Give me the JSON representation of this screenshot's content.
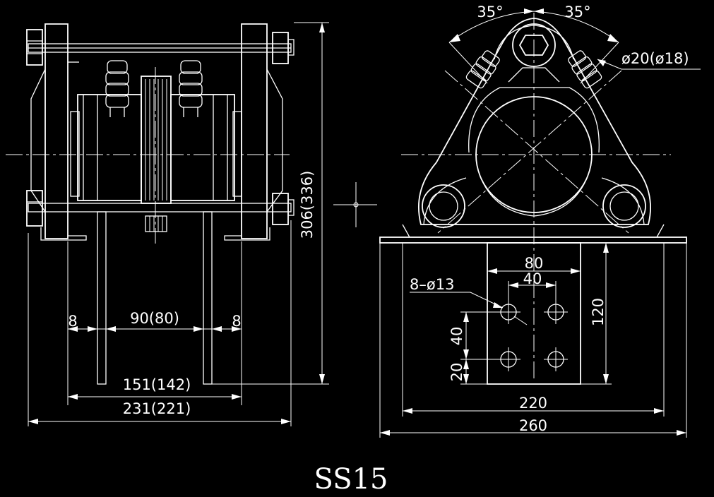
{
  "title": "SS15",
  "colors": {
    "background": "#000000",
    "lines": "#ffffff"
  },
  "side_view": {
    "height_dim": "306(336)",
    "gap_left": "8",
    "gap_right": "8",
    "inner_width": "90(80)",
    "rod_span": "151(142)",
    "overall_width": "231(221)"
  },
  "front_view": {
    "angle_left": "35°",
    "angle_right": "35°",
    "bolt_dia": "ø20(ø18)",
    "hole_callout": "8–ø13",
    "hole_span_outer": "80",
    "hole_span_inner": "40",
    "hole_vert_span": "40",
    "hole_offset": "20",
    "plate_height": "120",
    "base_span_inner": "220",
    "base_span_outer": "260"
  }
}
